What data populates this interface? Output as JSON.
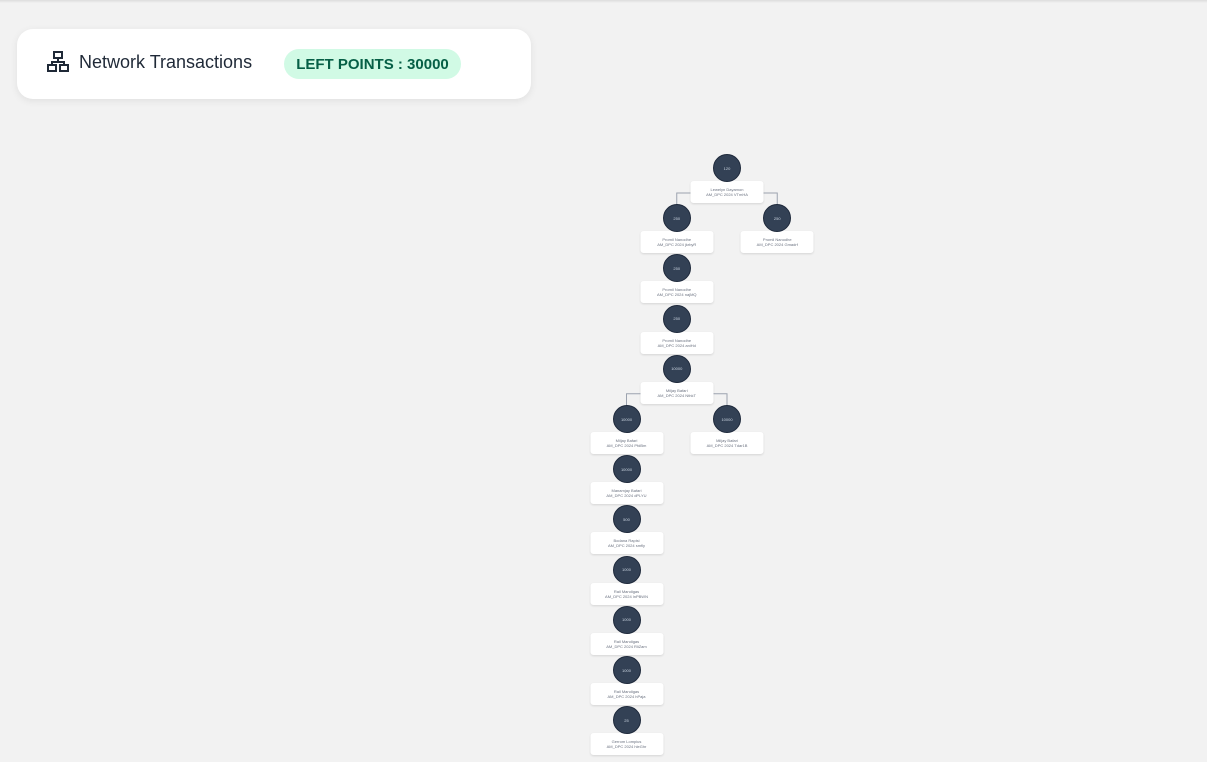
{
  "header": {
    "title": "Network Transactions",
    "points_label": "LEFT POINTS : 30000",
    "icon": "network-icon"
  },
  "colors": {
    "background": "#f2f2f2",
    "node_fill": "#334155",
    "badge_bg": "#d1fae5",
    "badge_text": "#065f46"
  },
  "tree": {
    "id": "n1",
    "value": "120",
    "name": "Lewelyn Dayamon",
    "code": "AM_DPC 2024 VTmHA",
    "children": [
      {
        "id": "n2",
        "value": "250",
        "name": "Promil Nanodhe",
        "code": "AM_DPC 2024 jkrbyR",
        "children": [
          {
            "id": "n3",
            "value": "250",
            "name": "Promil Nanodhe",
            "code": "AM_DPC 2024 najMQ",
            "children": [
              {
                "id": "n4",
                "value": "250",
                "name": "Promil Nanodhe",
                "code": "AM_DPC 2024 aniHd",
                "children": [
                  {
                    "id": "n5",
                    "value": "10000",
                    "name": "Miljay Bafari",
                    "code": "AM_DPC 2024 NthkT",
                    "children": [
                      {
                        "id": "n6",
                        "value": "10000",
                        "name": "Miljay Bafari",
                        "code": "AM_DPC 2024 PfdBm",
                        "children": [
                          {
                            "id": "n7",
                            "value": "10000",
                            "name": "Manamjay Bafari",
                            "code": "AM_DPC 2024 dPLYU",
                            "children": [
                              {
                                "id": "n8",
                                "value": "500",
                                "name": "Bodana Rapisi",
                                "code": "AM_DPC 2024 smfly",
                                "children": [
                                  {
                                    "id": "n9",
                                    "value": "1000",
                                    "name": "Rail Mandigas",
                                    "code": "AM_DPC 2024 lnPBWN",
                                    "children": [
                                      {
                                        "id": "n10",
                                        "value": "1000",
                                        "name": "Rail Mandigas",
                                        "code": "AM_DPC 2024 RliZam",
                                        "children": [
                                          {
                                            "id": "n11",
                                            "value": "1000",
                                            "name": "Rail Mandigas",
                                            "code": "AM_DPC 2024 hPaja",
                                            "children": [
                                              {
                                                "id": "n12",
                                                "value": "25",
                                                "name": "Gerrom Lompius",
                                                "code": "AM_DPC 2024 hleGhr",
                                                "children": []
                                              }
                                            ]
                                          }
                                        ]
                                      }
                                    ]
                                  }
                                ]
                              }
                            ]
                          }
                        ]
                      },
                      {
                        "id": "n13",
                        "value": "10000",
                        "name": "Miljay Bafari",
                        "code": "AM_DPC 2024 Tdar1B",
                        "children": []
                      }
                    ]
                  }
                ]
              }
            ]
          }
        ]
      },
      {
        "id": "n14",
        "value": "250",
        "name": "Promil Nanodhe",
        "code": "AM_DPC 2024 Gmadrf",
        "children": []
      }
    ]
  }
}
